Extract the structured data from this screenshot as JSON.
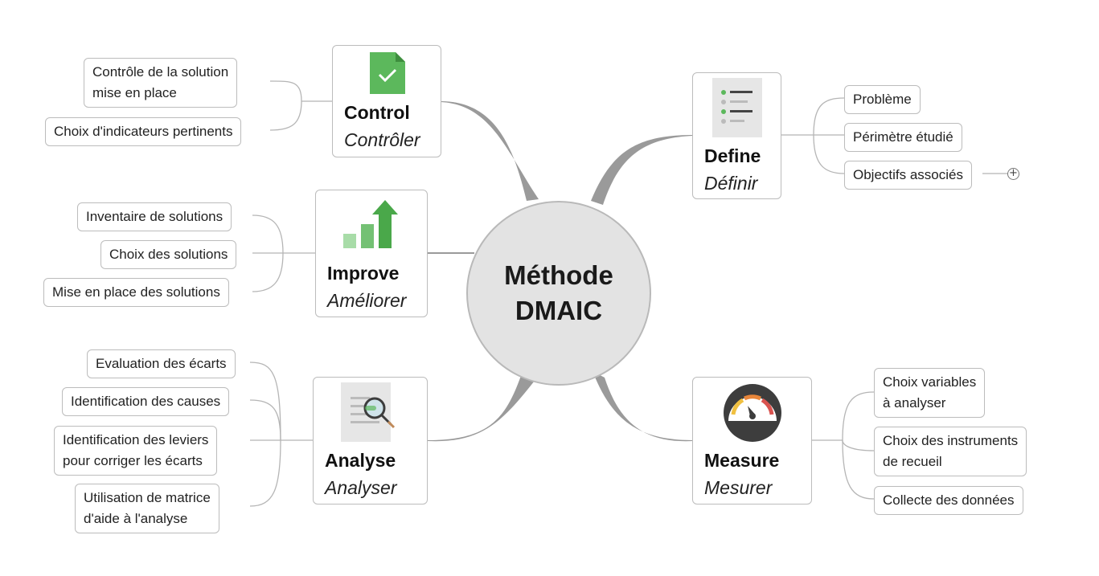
{
  "center": {
    "line1": "Méthode",
    "line2": "DMAIC"
  },
  "branches": {
    "define": {
      "en": "Define",
      "fr": "Définir",
      "icon": "checklist-icon",
      "items": [
        "Problème",
        "Périmètre étudié",
        "Objectifs associés"
      ]
    },
    "measure": {
      "en": "Measure",
      "fr": "Mesurer",
      "icon": "gauge-icon",
      "items": [
        [
          "Choix variables",
          "à analyser"
        ],
        [
          "Choix des instruments",
          "de recueil"
        ],
        "Collecte des données"
      ]
    },
    "analyse": {
      "en": "Analyse",
      "fr": "Analyser",
      "icon": "magnifier-document-icon",
      "items": [
        "Evaluation des écarts",
        "Identification des causes",
        [
          "Identification des leviers",
          "pour corriger les écarts"
        ],
        [
          "Utilisation de matrice",
          "d'aide à l'analyse"
        ]
      ]
    },
    "improve": {
      "en": "Improve",
      "fr": "Améliorer",
      "icon": "growth-chart-icon",
      "items": [
        "Inventaire de solutions",
        "Choix des solutions",
        "Mise en place des solutions"
      ]
    },
    "control": {
      "en": "Control",
      "fr": "Contrôler",
      "icon": "validated-document-icon",
      "items": [
        [
          "Contrôle de la solution",
          "mise en place"
        ],
        "Choix d'indicateurs pertinents"
      ]
    }
  },
  "expand_symbol": "+",
  "colors": {
    "center_fill": "#e3e3e3",
    "branch_line": "#999999",
    "icon_green": "#5cb85c",
    "gauge_dark": "#3d3d3d"
  }
}
